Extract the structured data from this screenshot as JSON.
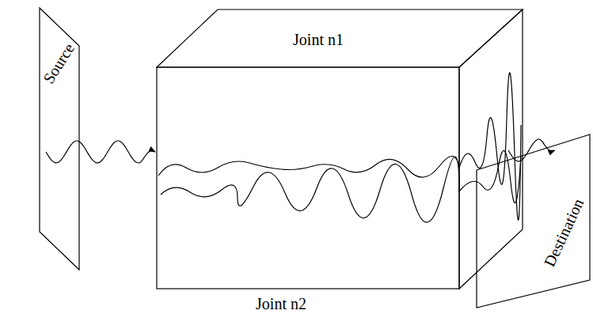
{
  "diagram": {
    "nodes": [
      {
        "text": [
          "Source"
        ]
      },
      {
        "text": [
          "Joint n1",
          "Joint n2"
        ]
      },
      {
        "text": [
          "Destination"
        ]
      }
    ],
    "edges": [
      {
        "from": 0,
        "to": 1,
        "arrow": "to"
      },
      {
        "from": 1,
        "to": 2,
        "arrow": "to"
      }
    ]
  }
}
